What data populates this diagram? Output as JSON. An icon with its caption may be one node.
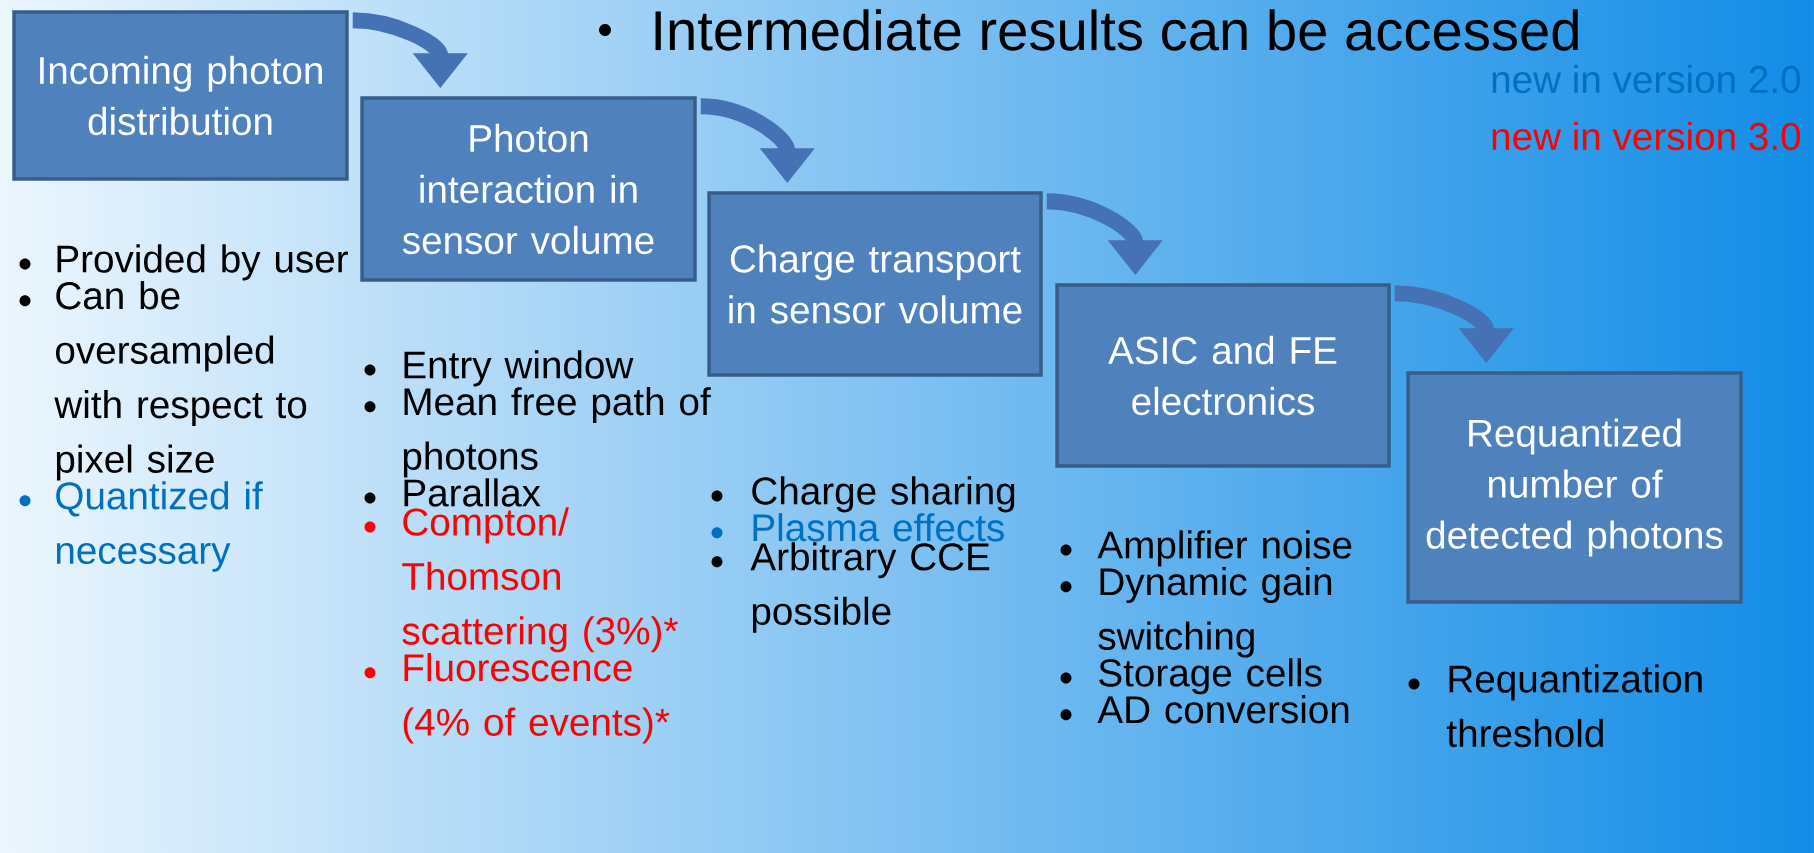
{
  "diagram": {
    "nodes": [
      {
        "text": [
          "Incoming photon distribution"
        ]
      },
      {
        "text": [
          "Photon interaction in sensor volume"
        ]
      },
      {
        "text": [
          "Charge transport in sensor volume"
        ]
      },
      {
        "text": [
          "ASIC and FE electronics"
        ]
      },
      {
        "text": [
          "Requantized number of detected photons"
        ]
      }
    ],
    "edges": [
      {
        "from": 0,
        "to": 1,
        "arrow": "to"
      },
      {
        "from": 1,
        "to": 2,
        "arrow": "to"
      },
      {
        "from": 2,
        "to": 3,
        "arrow": "to"
      },
      {
        "from": 3,
        "to": 4,
        "arrow": "to"
      }
    ],
    "labels": [
      "Intermediate results can be accessed",
      "Provided by user",
      "Can be oversampled with respect to pixel size",
      "Quantized if necessary",
      "Entry window",
      "Mean free path of photons",
      "Parallax",
      "Compton/ Thomson scattering (3%)*",
      "Fluorescence (4% of events)*",
      "Charge sharing",
      "Plasma effects",
      "Arbitrary CCE possible",
      "Amplifier noise",
      "Dynamic gain switching",
      "Storage cells",
      "AD conversion",
      "Requantization threshold"
    ],
    "legend": [
      {
        "text": "new in version 2.0",
        "color": "#0070c0"
      },
      {
        "text": "new in version 3.0",
        "color": "#ff0000"
      }
    ]
  }
}
